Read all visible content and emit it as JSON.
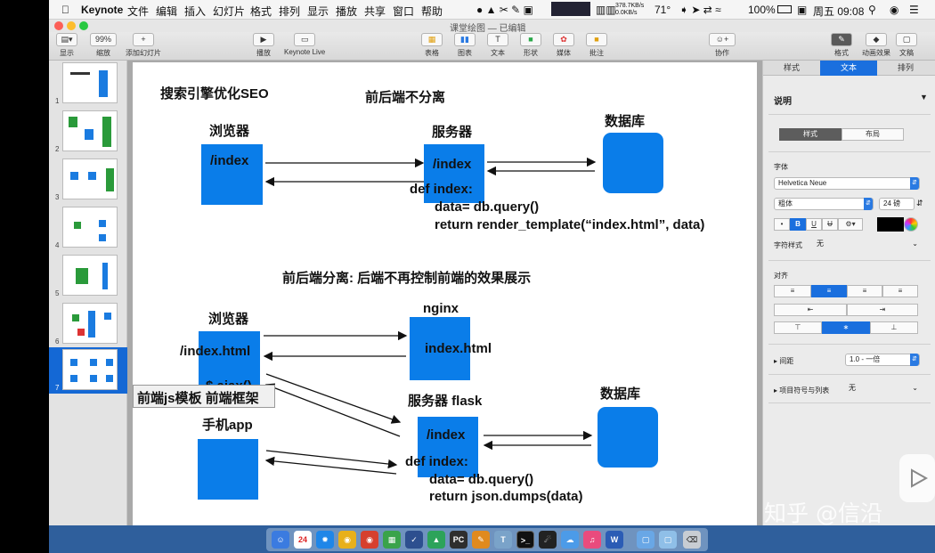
{
  "menubar": {
    "apple": "",
    "app_name": "Keynote",
    "menus": [
      "文件",
      "编辑",
      "插入",
      "幻灯片",
      "格式",
      "排列",
      "显示",
      "播放",
      "共享",
      "窗口",
      "帮助"
    ],
    "net_up": "378.7KB/s",
    "net_down": "0.0KB/s",
    "temp": "71°",
    "battery": "100%",
    "date": "周五 09:08"
  },
  "window": {
    "title": "课堂绘图 — 已编辑"
  },
  "toolbar": {
    "view_label": "显示",
    "zoom_value": "99%",
    "zoom_label": "缩放",
    "add_slide_label": "添加幻灯片",
    "play_label": "播放",
    "keynote_live_label": "Keynote Live",
    "table_label": "表格",
    "chart_label": "图表",
    "text_label": "文本",
    "shape_label": "形状",
    "media_label": "媒体",
    "comment_label": "批注",
    "collab_label": "协作",
    "format_label": "格式",
    "animate_label": "动画效果",
    "document_label": "文稿"
  },
  "navigator": {
    "slide_numbers": [
      "1",
      "2",
      "3",
      "4",
      "5",
      "6",
      "7"
    ]
  },
  "slide": {
    "seo_title": "搜索引擎优化SEO",
    "no_split_title": "前后端不分离",
    "browser1": "浏览器",
    "server1": "服务器",
    "db1": "数据库",
    "index1": "/index",
    "index2": "/index",
    "def1": "def index:",
    "data1": "data= db.query()",
    "return1": "return render_template(“index.html”, data)",
    "split_title": "前后端分离: 后端不再控制前端的效果展示",
    "browser2": "浏览器",
    "nginx": "nginx",
    "index_html_left": "/index.html",
    "index_html_box": "index.html",
    "ajax": "$.ajax()",
    "js_label": "前端js模板  前端框架",
    "flask_server": "服务器 flask",
    "db2": "数据库",
    "mobile": "手机app",
    "index3": "/index",
    "def2": "def index:",
    "data2": "data= db.query()",
    "return2": "return json.dumps(data)"
  },
  "inspector": {
    "tabs": [
      "样式",
      "文本",
      "排列"
    ],
    "section": "说明",
    "style_tabs": [
      "样式",
      "布局"
    ],
    "font_label": "字体",
    "font_family": "Helvetica Neue",
    "font_style": "粗体",
    "font_size": "24 磅",
    "char_style_label": "字符样式",
    "char_style_value": "无",
    "align_label": "对齐",
    "spacing_label": "间距",
    "spacing_value": "1.0 - 一倍",
    "bullets_label": "项目符号与列表",
    "bullets_value": "无"
  },
  "dock": {
    "calendar_day": "24"
  },
  "watermark": "知乎 @信沿"
}
